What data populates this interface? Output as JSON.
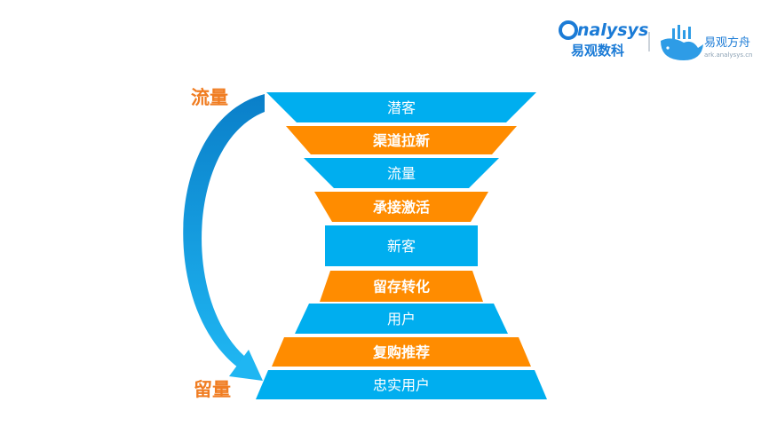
{
  "header": {
    "brand_latin": "nalysys",
    "brand_cn": "易观数科",
    "product_cn": "易观方舟",
    "product_url": "ark.analysys.cn"
  },
  "labels": {
    "traffic": "流量",
    "retention": "留量"
  },
  "colors": {
    "blue": "#00AEEF",
    "orange": "#FF8C00",
    "label_orange": "#F07D22",
    "brand_blue": "#1B7BD6"
  },
  "funnel": [
    {
      "label": "潜客",
      "color": "blue"
    },
    {
      "label": "渠道拉新",
      "color": "orange"
    },
    {
      "label": "流量",
      "color": "blue"
    },
    {
      "label": "承接激活",
      "color": "orange"
    },
    {
      "label": "新客",
      "color": "blue"
    },
    {
      "label": "留存转化",
      "color": "orange"
    },
    {
      "label": "用户",
      "color": "blue"
    },
    {
      "label": "复购推荐",
      "color": "orange"
    },
    {
      "label": "忠实用户",
      "color": "blue"
    }
  ]
}
